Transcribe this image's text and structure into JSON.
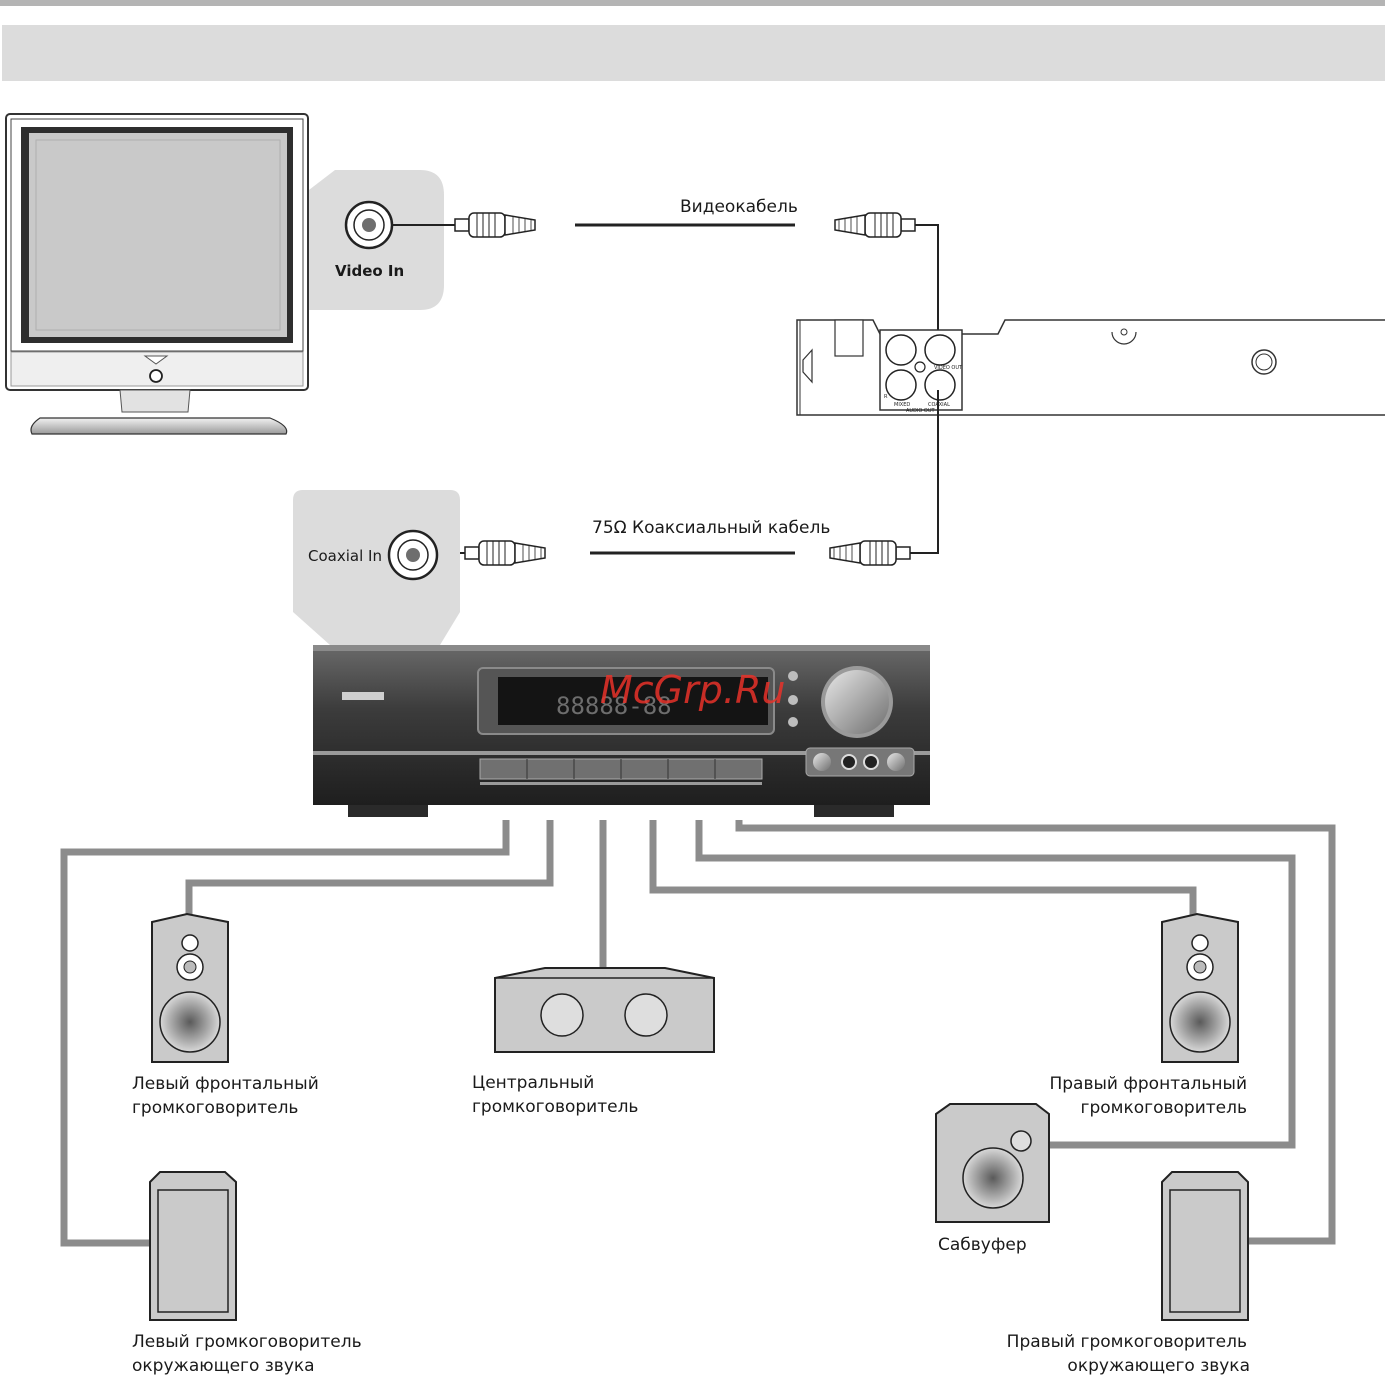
{
  "tv": {
    "port_label": "Video In"
  },
  "dvd": {
    "video_out_label": "VIDEO OUT",
    "audio_out_label": "AUDIO OUT",
    "mixed_label": "MIXED",
    "coaxial_label": "COAXIAL",
    "r_label": "R"
  },
  "receiver": {
    "port_label": "Coaxial In"
  },
  "cables": {
    "video": "Видеокабель",
    "coaxial": "75Ω  Коаксиальный   кабель"
  },
  "speakers": {
    "front_left": [
      "Левый  фронтальный",
      "громкоговоритель"
    ],
    "center": [
      "Центральный",
      "громкоговоритель"
    ],
    "front_right": [
      "Правый  фронтальный",
      "громкоговоритель"
    ],
    "subwoofer": [
      "Сабвуфер"
    ],
    "surround_left": [
      "Левый  громкоговоритель",
      "окружающего   звука"
    ],
    "surround_right": [
      "Правый  громкоговоритель",
      "окружающего   звука"
    ]
  },
  "watermark": "McGrp.Ru",
  "colors": {
    "panel_gray": "#dcdcdc",
    "wire_gray": "#8c8c8c",
    "receiver_dark": "#3a3a3a",
    "watermark_red": "#e8322a"
  }
}
